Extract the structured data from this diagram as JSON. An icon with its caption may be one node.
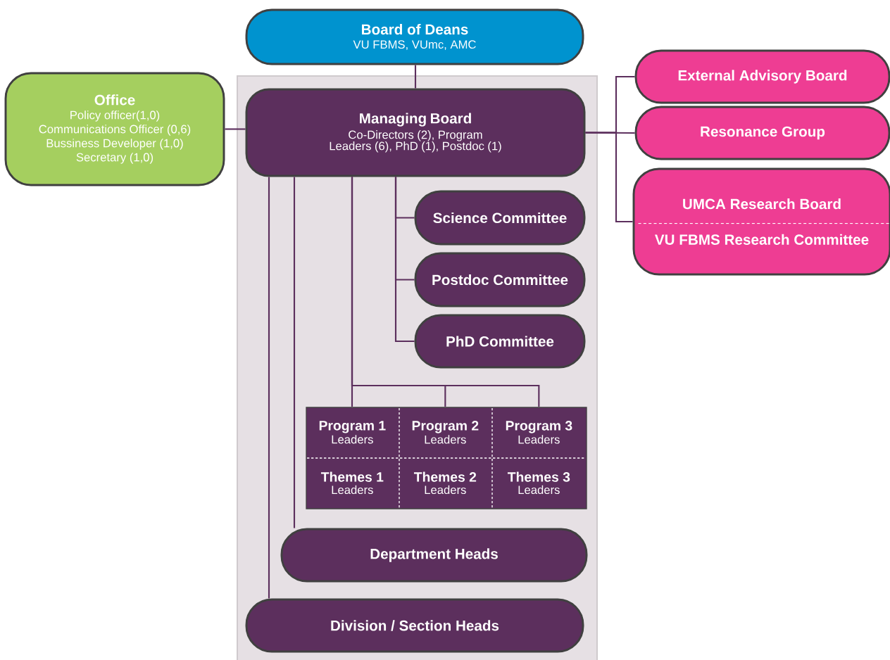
{
  "diagram": {
    "nodes": [
      {
        "text": [
          "Board of Deans",
          "VU FBMS, VUmc, AMC"
        ]
      },
      {
        "text": [
          "Office",
          "Policy officer(1,0)",
          "Communications Officer (0,6)",
          "Bussiness Developer (1,0)",
          "Secretary (1,0)"
        ]
      },
      {
        "text": [
          "Managing Board",
          "Co-Directors (2), Program Leaders (6), PhD (1), Postdoc (1)"
        ]
      },
      {
        "text": [
          "External Advisory Board"
        ]
      },
      {
        "text": [
          "Resonance Group"
        ]
      },
      {
        "text": [
          "UMCA Research Board",
          "VU FBMS Research Committee"
        ]
      },
      {
        "text": [
          "Science Committee"
        ]
      },
      {
        "text": [
          "Postdoc Committee"
        ]
      },
      {
        "text": [
          "PhD Committee"
        ]
      },
      {
        "text": [],
        "shape": "box"
      },
      {
        "text": [
          "Program 1",
          "Leaders"
        ],
        "in": 9
      },
      {
        "text": [
          "Program 2",
          "Leaders"
        ],
        "in": 9
      },
      {
        "text": [
          "Program 3",
          "Leaders"
        ],
        "in": 9
      },
      {
        "text": [
          "Themes 1",
          "Leaders"
        ],
        "in": 9
      },
      {
        "text": [
          "Themes 2",
          "Leaders"
        ],
        "in": 9
      },
      {
        "text": [
          "Themes 3",
          "Leaders"
        ],
        "in": 9
      },
      {
        "text": [
          "Department Heads"
        ]
      },
      {
        "text": [
          "Division / Section Heads"
        ]
      }
    ],
    "edges": [
      {
        "from": 0,
        "to": 2,
        "arrow": "none"
      },
      {
        "from": 1,
        "to": 2,
        "arrow": "none"
      },
      {
        "from": 2,
        "to": 3,
        "arrow": "none"
      },
      {
        "from": 2,
        "to": 4,
        "arrow": "none"
      },
      {
        "from": 2,
        "to": 5,
        "arrow": "none"
      },
      {
        "from": 2,
        "to": 6,
        "arrow": "none"
      },
      {
        "from": 2,
        "to": 7,
        "arrow": "none"
      },
      {
        "from": 2,
        "to": 8,
        "arrow": "none"
      },
      {
        "from": 2,
        "to": 10,
        "arrow": "none"
      },
      {
        "from": 2,
        "to": 11,
        "arrow": "none"
      },
      {
        "from": 2,
        "to": 12,
        "arrow": "none"
      },
      {
        "from": 2,
        "to": 16,
        "arrow": "none"
      },
      {
        "from": 2,
        "to": 17,
        "arrow": "none"
      }
    ]
  }
}
